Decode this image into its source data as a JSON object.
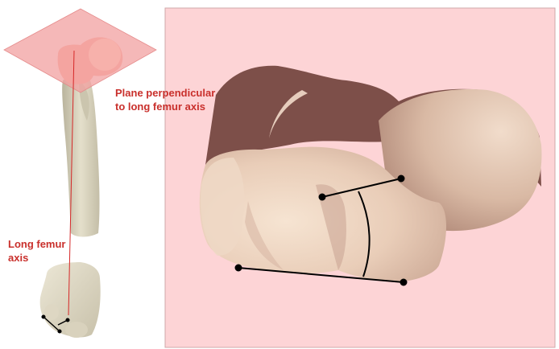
{
  "annotations": {
    "plane_label": [
      "Plane perpendicular",
      "to long femur axis"
    ],
    "axis_label": [
      "Long femur",
      "axis"
    ]
  },
  "colors": {
    "annotation_text": "#c9302c",
    "plane_fill": "#f2a0a0",
    "panel_background": "#fdd4d6",
    "bone_light": "#f3dfcc",
    "bone_dark": "#7d4f49",
    "bone_shaft": "#dcd6c0",
    "measurement_lines": "#000000",
    "axis_line": "#d62828"
  },
  "icons": {
    "femur": "whole-femur-model",
    "distal_femur": "distal-femur-3d-render",
    "plane": "transverse-plane",
    "angle": "angle-measurement"
  }
}
